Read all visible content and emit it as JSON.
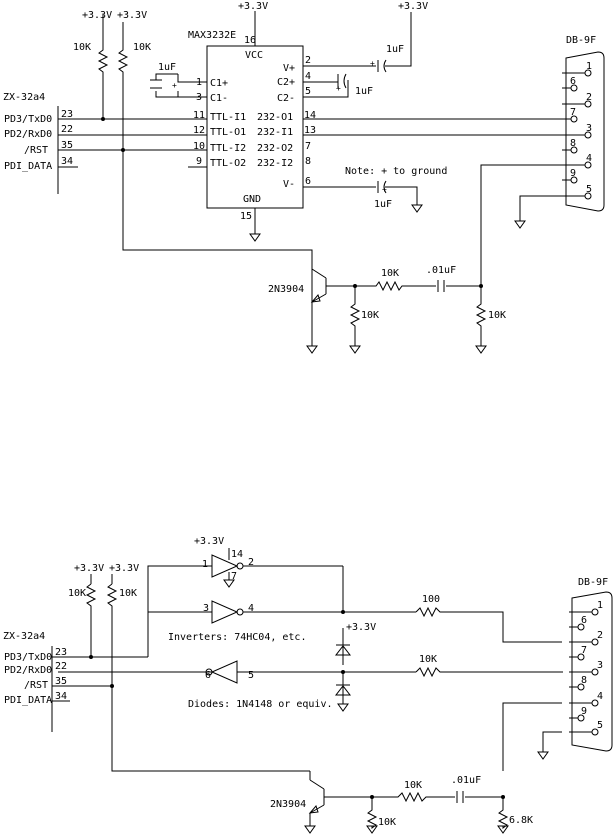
{
  "schematic1": {
    "supply_a": "+3.3V",
    "supply_b": "+3.3V",
    "supply_c": "+3.3V",
    "supply_d": "+3.3V",
    "res_a": "10K",
    "res_b": "10K",
    "chip_name": "MAX3232E",
    "vcc_pin": "16",
    "vcc": "VCC",
    "gnd": "GND",
    "gnd_pin": "15",
    "left_pins": [
      {
        "num": "1",
        "name": "C1+"
      },
      {
        "num": "3",
        "name": "C1-"
      },
      {
        "num": "11",
        "name": "TTL-I1"
      },
      {
        "num": "12",
        "name": "TTL-O1"
      },
      {
        "num": "10",
        "name": "TTL-I2"
      },
      {
        "num": "9",
        "name": "TTL-O2"
      }
    ],
    "right_pins": [
      {
        "num": "2",
        "name": "V+"
      },
      {
        "num": "4",
        "name": "C2+"
      },
      {
        "num": "5",
        "name": "C2-"
      },
      {
        "num": "14",
        "name": "232-O1"
      },
      {
        "num": "13",
        "name": "232-I1"
      },
      {
        "num": "7",
        "name": "232-O2"
      },
      {
        "num": "8",
        "name": "232-I2"
      },
      {
        "num": "6",
        "name": "V-"
      }
    ],
    "cap_c1": "1uF",
    "cap_vplus": "1uF",
    "cap_c2": "1uF",
    "cap_vminus": "1uF",
    "note": "Note: + to ground",
    "zx_title": "ZX-32a4",
    "zx_pins": [
      {
        "num": "23",
        "name": "PD3/TxD0"
      },
      {
        "num": "22",
        "name": "PD2/RxD0"
      },
      {
        "num": "35",
        "name": "/RST"
      },
      {
        "num": "34",
        "name": "PDI_DATA"
      }
    ],
    "transistor": "2N3904",
    "res_series": "10K",
    "cap_series": ".01uF",
    "res_base": "10K",
    "res_pd": "10K",
    "db9_title": "DB-9F",
    "db9_pins": [
      "1",
      "6",
      "2",
      "7",
      "3",
      "8",
      "4",
      "9",
      "5"
    ]
  },
  "schematic2": {
    "supply_a": "+3.3V",
    "supply_b": "+3.3V",
    "supply_c": "+3.3V",
    "supply_d": "+3.3V",
    "res_a": "10K",
    "res_b": "10K",
    "inv_vcc_pin": "14",
    "inv_gnd_pin": "7",
    "inv1_in": "1",
    "inv1_out": "2",
    "inv2_in": "3",
    "inv2_out": "4",
    "inv3_in": "6",
    "inv3_out": "5",
    "inverters_note": "Inverters: 74HC04, etc.",
    "diodes_note": "Diodes: 1N4148 or equiv.",
    "res_tx": "100",
    "res_rx": "10K",
    "zx_title": "ZX-32a4",
    "zx_pins": [
      {
        "num": "23",
        "name": "PD3/TxD0"
      },
      {
        "num": "22",
        "name": "PD2/RxD0"
      },
      {
        "num": "35",
        "name": "/RST"
      },
      {
        "num": "34",
        "name": "PDI_DATA"
      }
    ],
    "transistor": "2N3904",
    "res_series": "10K",
    "cap_series": ".01uF",
    "res_base": "10K",
    "res_pd": "6.8K",
    "db9_title": "DB-9F",
    "db9_pins": [
      "1",
      "6",
      "2",
      "7",
      "3",
      "8",
      "4",
      "9",
      "5"
    ]
  }
}
